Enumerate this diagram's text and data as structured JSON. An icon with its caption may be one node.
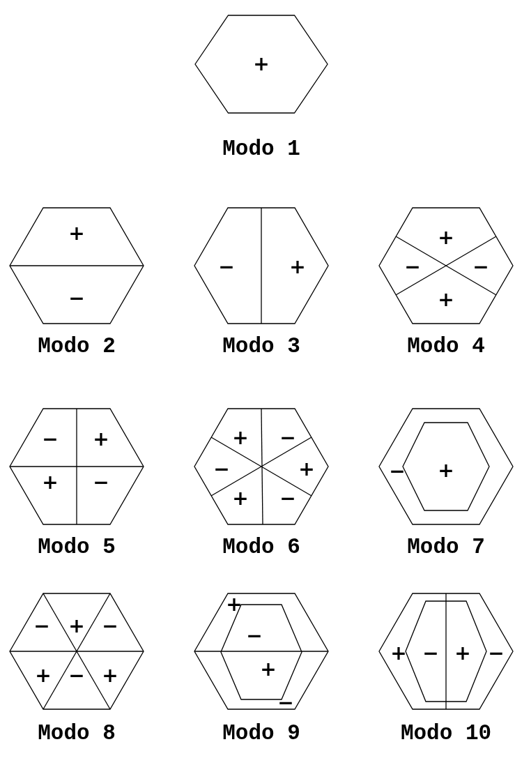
{
  "diagram": {
    "nodes": [
      {
        "text": [
          "+"
        ],
        "beside": [
          "Modo 1"
        ]
      },
      {
        "text": [
          "+",
          "−"
        ],
        "beside": [
          "Modo 2"
        ]
      },
      {
        "text": [
          "−",
          "+"
        ],
        "beside": [
          "Modo 3"
        ]
      },
      {
        "text": [
          "+",
          "−",
          "−",
          "+"
        ],
        "beside": [
          "Modo 4"
        ]
      },
      {
        "text": [
          "−",
          "+",
          "+",
          "−"
        ],
        "beside": [
          "Modo 5"
        ]
      },
      {
        "text": [
          "+",
          "−",
          "−",
          "+",
          "+",
          "−"
        ],
        "beside": [
          "Modo 6"
        ]
      },
      {
        "text": [
          "−"
        ],
        "beside": [
          "Modo 7"
        ]
      },
      {
        "text": [
          "+"
        ],
        "in": 6
      },
      {
        "text": [
          "−",
          "+",
          "−",
          "+",
          "−",
          "+"
        ],
        "beside": [
          "Modo 8"
        ]
      },
      {
        "text": [
          "+",
          "−"
        ],
        "beside": [
          "Modo 9"
        ]
      },
      {
        "text": [
          "−",
          "+"
        ],
        "in": 9
      },
      {
        "text": [
          "+",
          "−"
        ],
        "beside": [
          "Modo 10"
        ]
      },
      {
        "text": [
          "−",
          "+"
        ],
        "in": 11
      }
    ]
  }
}
